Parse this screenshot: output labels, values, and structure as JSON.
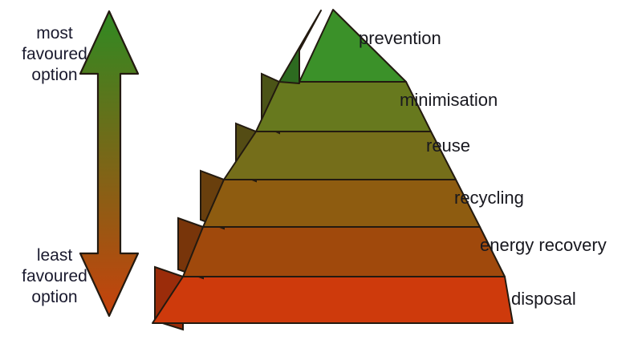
{
  "diagram": {
    "type": "waste-hierarchy-pyramid",
    "background_color": "#ffffff",
    "outline_color": "#231a10"
  },
  "arrow": {
    "name": "preference-arrow",
    "top_label": {
      "line1": "most",
      "line2": "favoured",
      "line3": "option"
    },
    "bottom_label": {
      "line1": "least",
      "line2": "favoured",
      "line3": "option"
    },
    "gradient_top_color": "#2f8a22",
    "gradient_bottom_color": "#c7420c",
    "text_color": "#1a1a2e"
  },
  "pyramid": {
    "apex_label_color": "#18181f",
    "tiers": [
      {
        "id": "prevention",
        "label": "prevention",
        "rank": 1,
        "face_color": "#3b9129",
        "side_color": "#2d6b20",
        "top_color": "#49a834"
      },
      {
        "id": "minimisation",
        "label": "minimisation",
        "rank": 2,
        "face_color": "#67791e",
        "side_color": "#4b5417",
        "top_color": "#76881f"
      },
      {
        "id": "reuse",
        "label": "reuse",
        "rank": 3,
        "face_color": "#756e1a",
        "side_color": "#544c14",
        "top_color": "#847a1c"
      },
      {
        "id": "recycling",
        "label": "recycling",
        "rank": 4,
        "face_color": "#8e5c10",
        "side_color": "#693f0d",
        "top_color": "#9c6512"
      },
      {
        "id": "energy-recovery",
        "label": "energy recovery",
        "rank": 5,
        "face_color": "#a0490c",
        "side_color": "#78350a",
        "top_color": "#b0510d"
      },
      {
        "id": "disposal",
        "label": "disposal",
        "rank": 6,
        "face_color": "#ce3a0c",
        "side_color": "#9b2c0a",
        "top_color": "#d9400e"
      }
    ]
  },
  "chart_data": {
    "type": "pyramid",
    "title": "",
    "categories": [
      "prevention",
      "minimisation",
      "reuse",
      "recycling",
      "energy recovery",
      "disposal"
    ],
    "values": [
      1,
      2,
      3,
      4,
      5,
      6
    ],
    "value_meaning": "preference rank, 1 = most favoured option, 6 = least favoured option",
    "colors": [
      "#3b9129",
      "#67791e",
      "#756e1a",
      "#8e5c10",
      "#a0490c",
      "#ce3a0c"
    ],
    "annotations": [
      "most favoured option",
      "least favoured option"
    ],
    "legend_position": "right",
    "grid": false
  }
}
